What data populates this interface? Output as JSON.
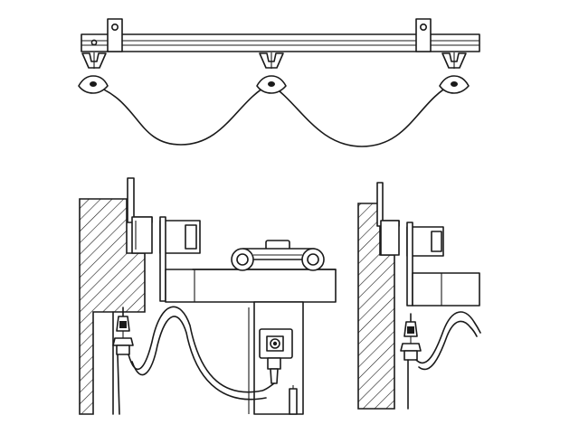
{
  "figure": {
    "palette": {
      "line": "#1a1a1a",
      "background": "#ffffff"
    },
    "top_view": {
      "rail": "track-rail",
      "mounting_brackets": 2,
      "cable_trolleys": 3,
      "cable_loops": 2
    },
    "detail_left": {
      "wall": "hatched-wall",
      "components": [
        "wall-bracket",
        "end-roller",
        "i-beam",
        "cable-trolley",
        "cable-clamp",
        "socket-box",
        "plug"
      ]
    },
    "detail_right": {
      "wall": "hatched-wall",
      "components": [
        "wall-bracket",
        "end-roller",
        "i-beam",
        "cable-clamp"
      ]
    }
  }
}
